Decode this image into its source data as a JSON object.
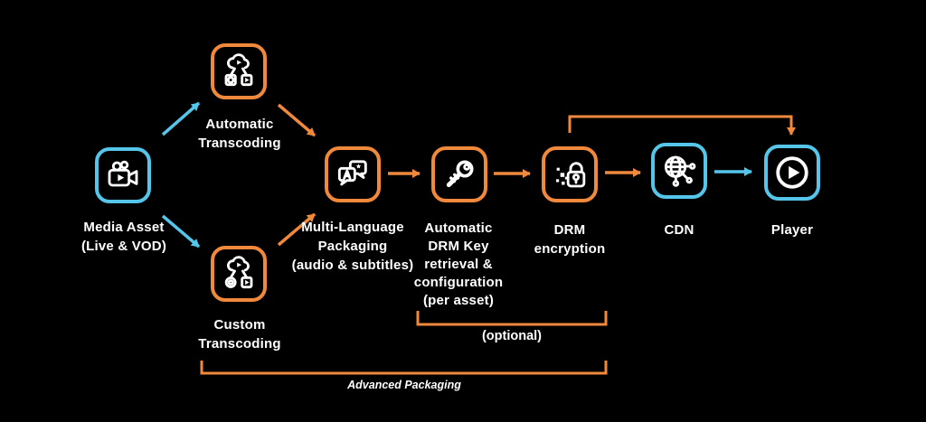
{
  "colors": {
    "background": "#000000",
    "blue_accent": "#55C6E9",
    "orange_accent": "#F0893C",
    "text": "#FFFFFF"
  },
  "nodes": {
    "media_asset": {
      "accent": "blue",
      "icon": "video-camera-icon",
      "lines": [
        "Media Asset",
        "(Live & VOD)"
      ]
    },
    "automatic_transcoding": {
      "accent": "orange",
      "icon": "cloud-transcoding-icon",
      "lines": [
        "Automatic",
        "Transcoding"
      ]
    },
    "custom_transcoding": {
      "accent": "orange",
      "icon": "cloud-transcoding-icon",
      "lines": [
        "Custom",
        "Transcoding"
      ]
    },
    "multi_language_packaging": {
      "accent": "orange",
      "icon": "translate-speech-bubbles-icon",
      "lines": [
        "Multi-Language",
        "Packaging",
        "(audio & subtitles)"
      ]
    },
    "drm_key": {
      "accent": "orange",
      "icon": "key-icon",
      "lines": [
        "Automatic",
        "DRM Key",
        "retrieval &",
        "configuration",
        "(per asset)"
      ]
    },
    "drm_encryption": {
      "accent": "orange",
      "icon": "padlock-encryption-icon",
      "lines": [
        "DRM",
        "encryption"
      ]
    },
    "cdn": {
      "accent": "blue",
      "icon": "globe-network-icon",
      "lines": [
        "CDN"
      ]
    },
    "player": {
      "accent": "blue",
      "icon": "play-button-icon",
      "lines": [
        "Player"
      ]
    }
  },
  "annotations": {
    "optional": "(optional)",
    "advanced_packaging": "Advanced Packaging"
  }
}
